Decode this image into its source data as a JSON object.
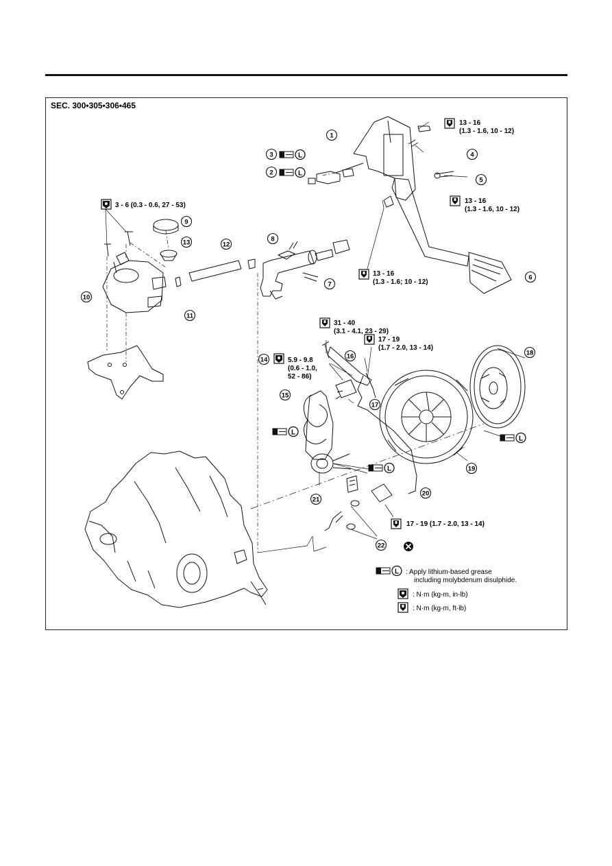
{
  "section_label": "SEC. 300•305•306•465",
  "callouts": [
    {
      "no": "1"
    },
    {
      "no": "2"
    },
    {
      "no": "3"
    },
    {
      "no": "4"
    },
    {
      "no": "5"
    },
    {
      "no": "6"
    },
    {
      "no": "7"
    },
    {
      "no": "8"
    },
    {
      "no": "9"
    },
    {
      "no": "10"
    },
    {
      "no": "11"
    },
    {
      "no": "12"
    },
    {
      "no": "13"
    },
    {
      "no": "14"
    },
    {
      "no": "15"
    },
    {
      "no": "16"
    },
    {
      "no": "17"
    },
    {
      "no": "18"
    },
    {
      "no": "19"
    },
    {
      "no": "20"
    },
    {
      "no": "21"
    },
    {
      "no": "22"
    }
  ],
  "torque_specs": {
    "t1_a": "13 - 16",
    "t1_b": "(1.3 - 1.6, 10 - 12)",
    "t2_a": "13 - 16",
    "t2_b": "(1.3 - 1.6, 10 - 12)",
    "t3_a": "13 - 16",
    "t3_b": "(1.3 - 1.6; 10 - 12)",
    "t4": "3 - 6 (0.3 - 0.6, 27 - 53)",
    "t5_a": "31 - 40",
    "t5_b": "(3.1 - 4.1, 23 - 29)",
    "t6_a": "17 - 19",
    "t6_b": "(1.7 - 2.0, 13 - 14)",
    "t7_a": "5.9 - 9.8",
    "t7_b": "(0.6 - 1.0,",
    "t7_c": "52 - 86)",
    "t8": "17 - 19 (1.7 - 2.0, 13 - 14)"
  },
  "legend": {
    "grease_line1": ":  Apply lithium-based grease",
    "grease_line2": "including molybdenum disulphide.",
    "inlb": ":  N·m (kg-m, in-lb)",
    "ftlb": ":  N·m (kg-m, ft-lb)"
  }
}
